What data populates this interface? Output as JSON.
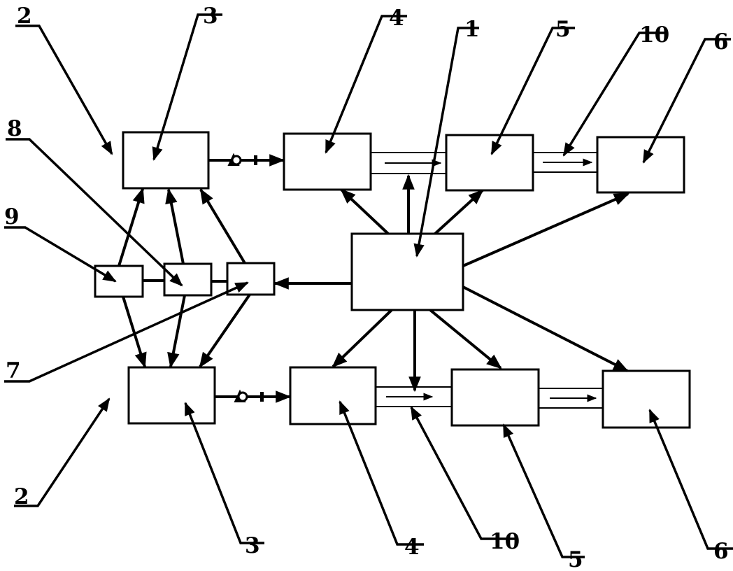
{
  "diagram": {
    "reference_numerals": {
      "top": {
        "n2": "2",
        "n3": "3",
        "n4": "4",
        "n1": "1",
        "n5": "5",
        "n10": "10",
        "n6": "6"
      },
      "left": {
        "n8": "8",
        "n9": "9",
        "n7": "7"
      },
      "bottom": {
        "n2": "2",
        "n3": "3",
        "n4": "4",
        "n10": "10",
        "n5": "5",
        "n6": "6"
      }
    },
    "blocks": [
      {
        "id": "1",
        "role": "central unit"
      },
      {
        "id": "3",
        "role": "upper left unit"
      },
      {
        "id": "3",
        "role": "lower left unit"
      },
      {
        "id": "4",
        "role": "upper unit"
      },
      {
        "id": "4",
        "role": "lower unit"
      },
      {
        "id": "5",
        "role": "upper unit"
      },
      {
        "id": "5",
        "role": "lower unit"
      },
      {
        "id": "6",
        "role": "upper unit"
      },
      {
        "id": "6",
        "role": "lower unit"
      },
      {
        "id": "7",
        "role": "small unit"
      },
      {
        "id": "8",
        "role": "small unit"
      },
      {
        "id": "9",
        "role": "small unit"
      }
    ],
    "colors": {
      "line": "#000000",
      "background": "#ffffff"
    }
  }
}
